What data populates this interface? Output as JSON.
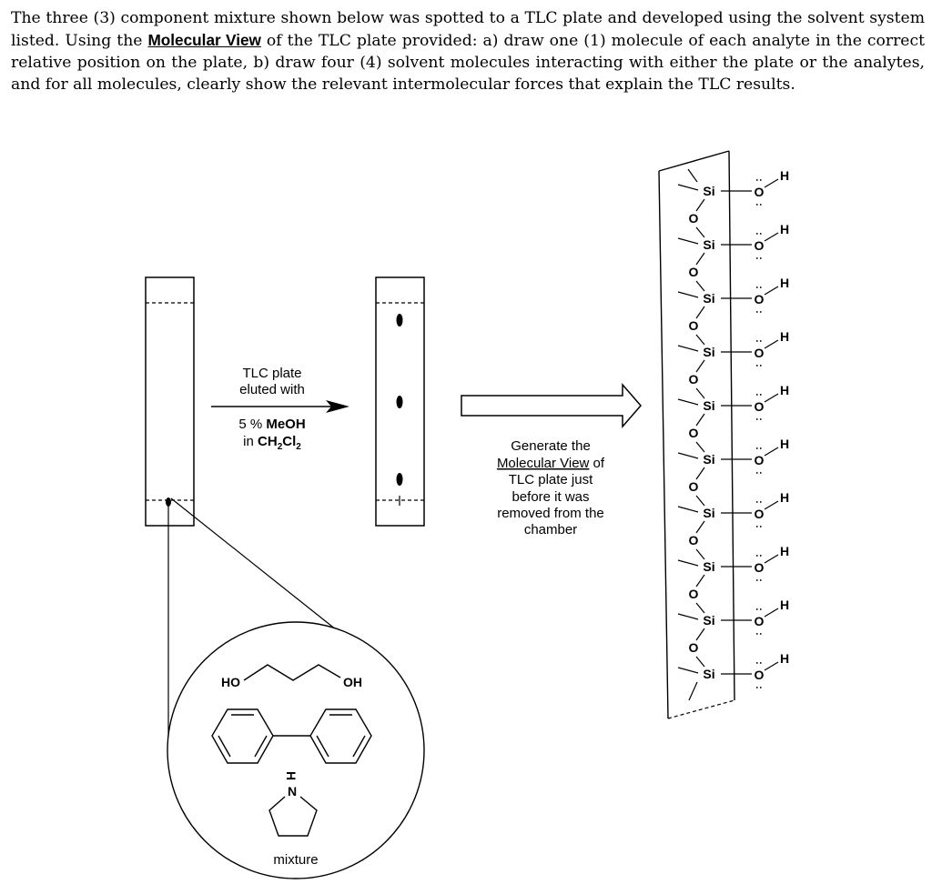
{
  "question": {
    "part1": "The three (3) component mixture shown below was spotted to a TLC plate and developed using the solvent system listed. Using the ",
    "emphasis": "Molecular View",
    "part2": " of the TLC plate provided: a) draw one (1) molecule of each analyte in the correct relative position on the plate, b) draw four (4) solvent molecules interacting with either the plate or the analytes, and for all molecules, clearly show the relevant intermolecular forces that explain the TLC results."
  },
  "elution": {
    "line1": "TLC plate",
    "line2": "eluted with",
    "percent": "5 % ",
    "solvent": "MeOH",
    "in": "in ",
    "ch": "CH",
    "two": "2",
    "cl": "Cl"
  },
  "generate": {
    "line1": "Generate the",
    "link": "Molecular View",
    "of": " of",
    "line3": "TLC plate just",
    "line4": "before it was",
    "line5": "removed from the",
    "line6": "chamber"
  },
  "mixture": {
    "diol_left": "HO",
    "diol_right": "OH",
    "nh_h": "H",
    "nh_n": "N",
    "label": "mixture"
  },
  "silica": {
    "si": "Si",
    "o": "O",
    "h": "H",
    "lone_pair": ":"
  }
}
